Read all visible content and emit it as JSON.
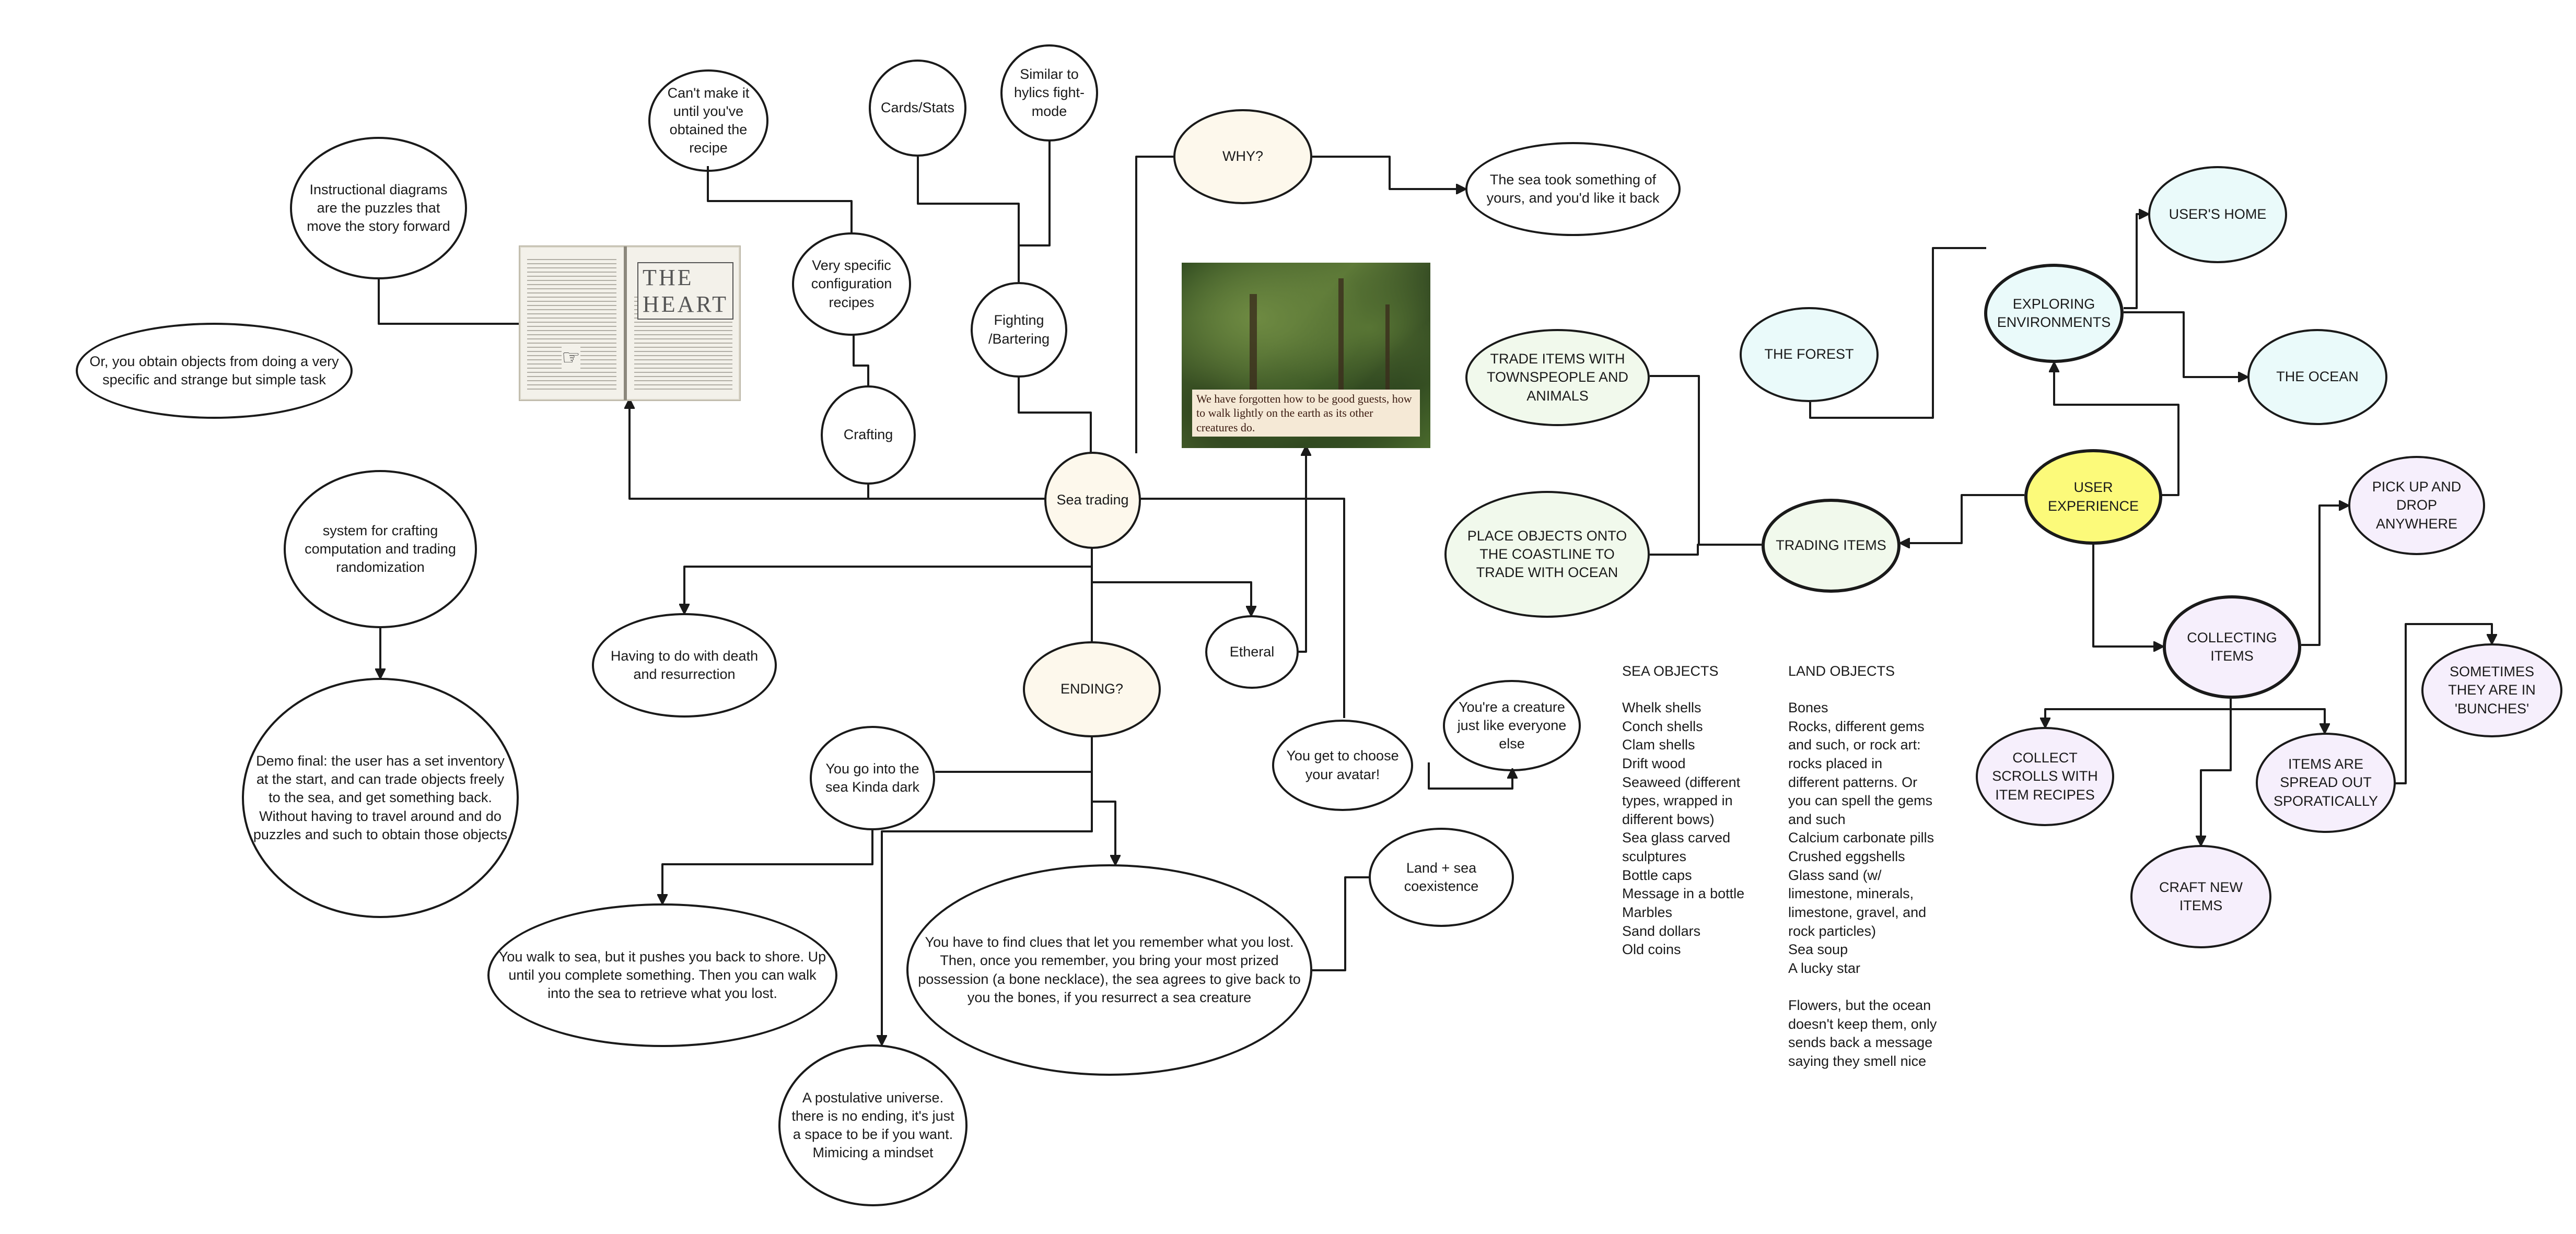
{
  "colors": {
    "line": "#1a1a1a",
    "cream": "#fdf8ec",
    "green": "#f1f9ec",
    "cyan": "#eafafa",
    "purple": "#f6effc",
    "yellow": "#fcfa7a"
  },
  "nodes": {
    "sea_trading": "Sea trading",
    "crafting": "Crafting",
    "recipes": "Very specific configuration recipes",
    "cant_make": "Can't make it until you've obtained the recipe",
    "instructional": "Instructional diagrams are the puzzles that move the story forward",
    "obtain_objects": "Or, you obtain objects from doing a very specific and strange but simple task",
    "cards_stats": "Cards/Stats",
    "hylics": "Similar to hylics fight-mode",
    "fighting": "Fighting /Bartering",
    "why": "WHY?",
    "sea_took": "The sea took something of yours, and you'd like it back",
    "system_crafting": "system for crafting computation and trading randomization",
    "demo_final": "Demo final: the user has a set inventory at the start, and can trade objects freely to the sea, and get something back. Without having to travel around and do puzzles and such to obtain those objects",
    "death": "Having to do with death and resurrection",
    "ending": "ENDING?",
    "etheral": "Etheral",
    "avatar": "You get to choose your avatar!",
    "creature": "You're a creature just like everyone else",
    "sea_dark": "You go into the sea Kinda dark",
    "walk_sea": "You walk to sea, but it pushes you back to shore. Up until you complete something. Then you can walk into the sea to retrieve what you lost.",
    "clues": "You have to find clues that let you remember what you lost. Then, once you remember, you bring your most prized possession (a bone necklace), the sea agrees to give back to you the bones, if you resurrect a sea creature",
    "coexistence": "Land + sea coexistence",
    "postulative": "A postulative universe. there is no ending, it's just a space to be if you want. Mimicing a mindset",
    "trade_townspeople": "TRADE ITEMS WITH TOWNSPEOPLE AND ANIMALS",
    "place_objects": "PLACE OBJECTS ONTO THE COASTLINE TO TRADE WITH OCEAN",
    "trading_items": "TRADING ITEMS",
    "forest": "THE FOREST",
    "exploring": "EXPLORING ENVIRONMENTS",
    "users_home": "USER'S HOME",
    "ocean": "THE OCEAN",
    "user_experience": "USER EXPERIENCE",
    "pick_up": "PICK UP AND DROP ANYWHERE",
    "collecting": "COLLECTING ITEMS",
    "bunches": "SOMETIMES THEY ARE IN 'BUNCHES'",
    "collect_scrolls": "COLLECT SCROLLS WITH ITEM RECIPES",
    "spread_out": "ITEMS ARE SPREAD OUT SPORATICALLY",
    "craft_new": "CRAFT NEW ITEMS"
  },
  "book": {
    "heading": "THE HEART"
  },
  "photo": {
    "caption": "We have forgotten how to be good guests, how to walk lightly on the earth as its other creatures do."
  },
  "sea_objects": {
    "title": "SEA OBJECTS",
    "body": "Whelk shells\nConch shells\nClam shells\nDrift wood\nSeaweed (different\ntypes, wrapped in\ndifferent bows)\nSea glass carved\nsculptures\nBottle caps\nMessage in a bottle\nMarbles\nSand dollars\nOld coins"
  },
  "land_objects": {
    "title": "LAND OBJECTS",
    "body": "Bones\nRocks, different gems\nand such, or rock art:\nrocks placed in\ndifferent patterns. Or\nyou can spell the gems\nand such\nCalcium carbonate pills\nCrushed eggshells\nGlass sand (w/\nlimestone, minerals,\nlimestone, gravel, and\nrock particles)\nSea soup\nA lucky star\n\nFlowers, but the ocean\ndoesn't keep them, only\nsends back a message\nsaying they smell nice"
  }
}
